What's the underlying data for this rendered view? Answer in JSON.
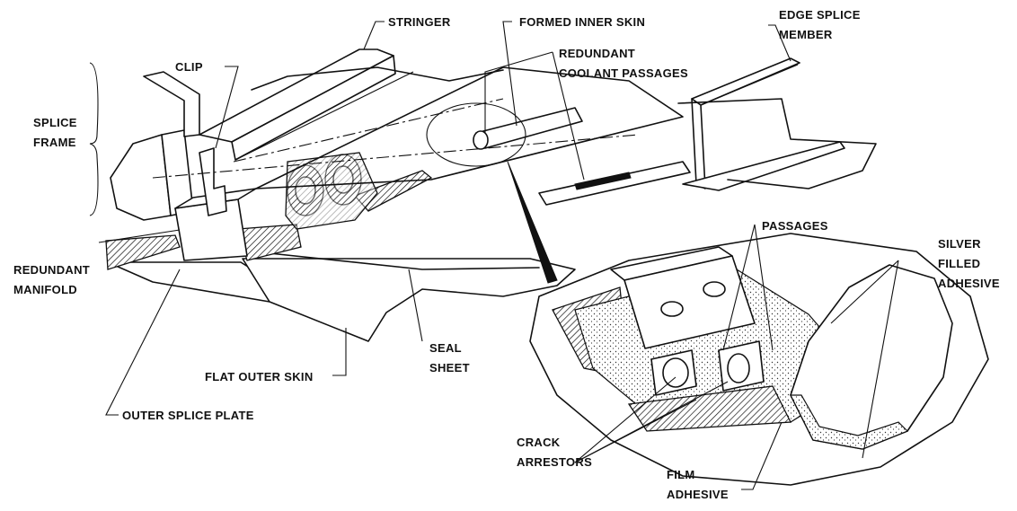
{
  "labels": {
    "stringer": "STRINGER",
    "formed_inner_skin": "FORMED INNER SKIN",
    "edge_splice_member": [
      "EDGE SPLICE",
      "MEMBER"
    ],
    "clip": "CLIP",
    "redundant_coolant_passages": [
      "REDUNDANT",
      "COOLANT PASSAGES"
    ],
    "splice_frame": [
      "SPLICE",
      "FRAME"
    ],
    "passages": "PASSAGES",
    "silver_filled_adhesive": [
      "SILVER",
      "FILLED",
      "ADHESIVE"
    ],
    "redundant_manifold": [
      "REDUNDANT",
      "MANIFOLD"
    ],
    "seal_sheet": [
      "SEAL",
      "SHEET"
    ],
    "flat_outer_skin": "FLAT OUTER SKIN",
    "outer_splice_plate": "OUTER SPLICE PLATE",
    "crack_arrestors": [
      "CRACK",
      "ARRESTORS"
    ],
    "film_adhesive": [
      "FILM",
      "ADHESIVE"
    ]
  }
}
